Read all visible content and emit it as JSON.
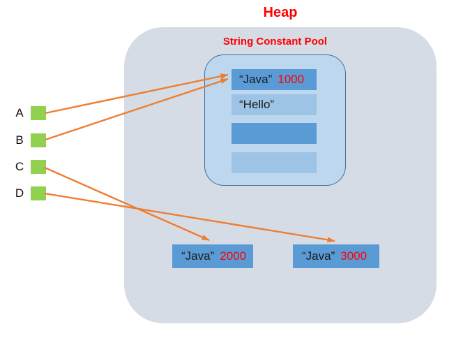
{
  "diagram": {
    "title": "Heap",
    "pool": {
      "label": "String Constant Pool",
      "slots": [
        {
          "text": "“Java”",
          "address": "1000"
        },
        {
          "text": "“Hello”",
          "address": ""
        },
        {
          "text": "",
          "address": ""
        },
        {
          "text": "",
          "address": ""
        }
      ]
    },
    "references": [
      {
        "label": "A"
      },
      {
        "label": "B"
      },
      {
        "label": "C"
      },
      {
        "label": "D"
      }
    ],
    "heap_objects": [
      {
        "text": "“Java”",
        "address": "2000"
      },
      {
        "text": "“Java”",
        "address": "3000"
      }
    ],
    "connections": [
      {
        "from": "A",
        "to": "pool slot “Java” 1000"
      },
      {
        "from": "B",
        "to": "pool slot “Java” 1000"
      },
      {
        "from": "C",
        "to": "heap object “Java” 2000"
      },
      {
        "from": "D",
        "to": "heap object “Java” 3000"
      }
    ]
  },
  "colors": {
    "heap_bg": "#D6DCE5",
    "pool_bg": "#BDD7EE",
    "pool_border": "#41719C",
    "slot_dark": "#5B9BD5",
    "slot_light": "#9DC3E6",
    "green": "#92D050",
    "arrow": "#ED7D31",
    "red": "#FF0000"
  }
}
